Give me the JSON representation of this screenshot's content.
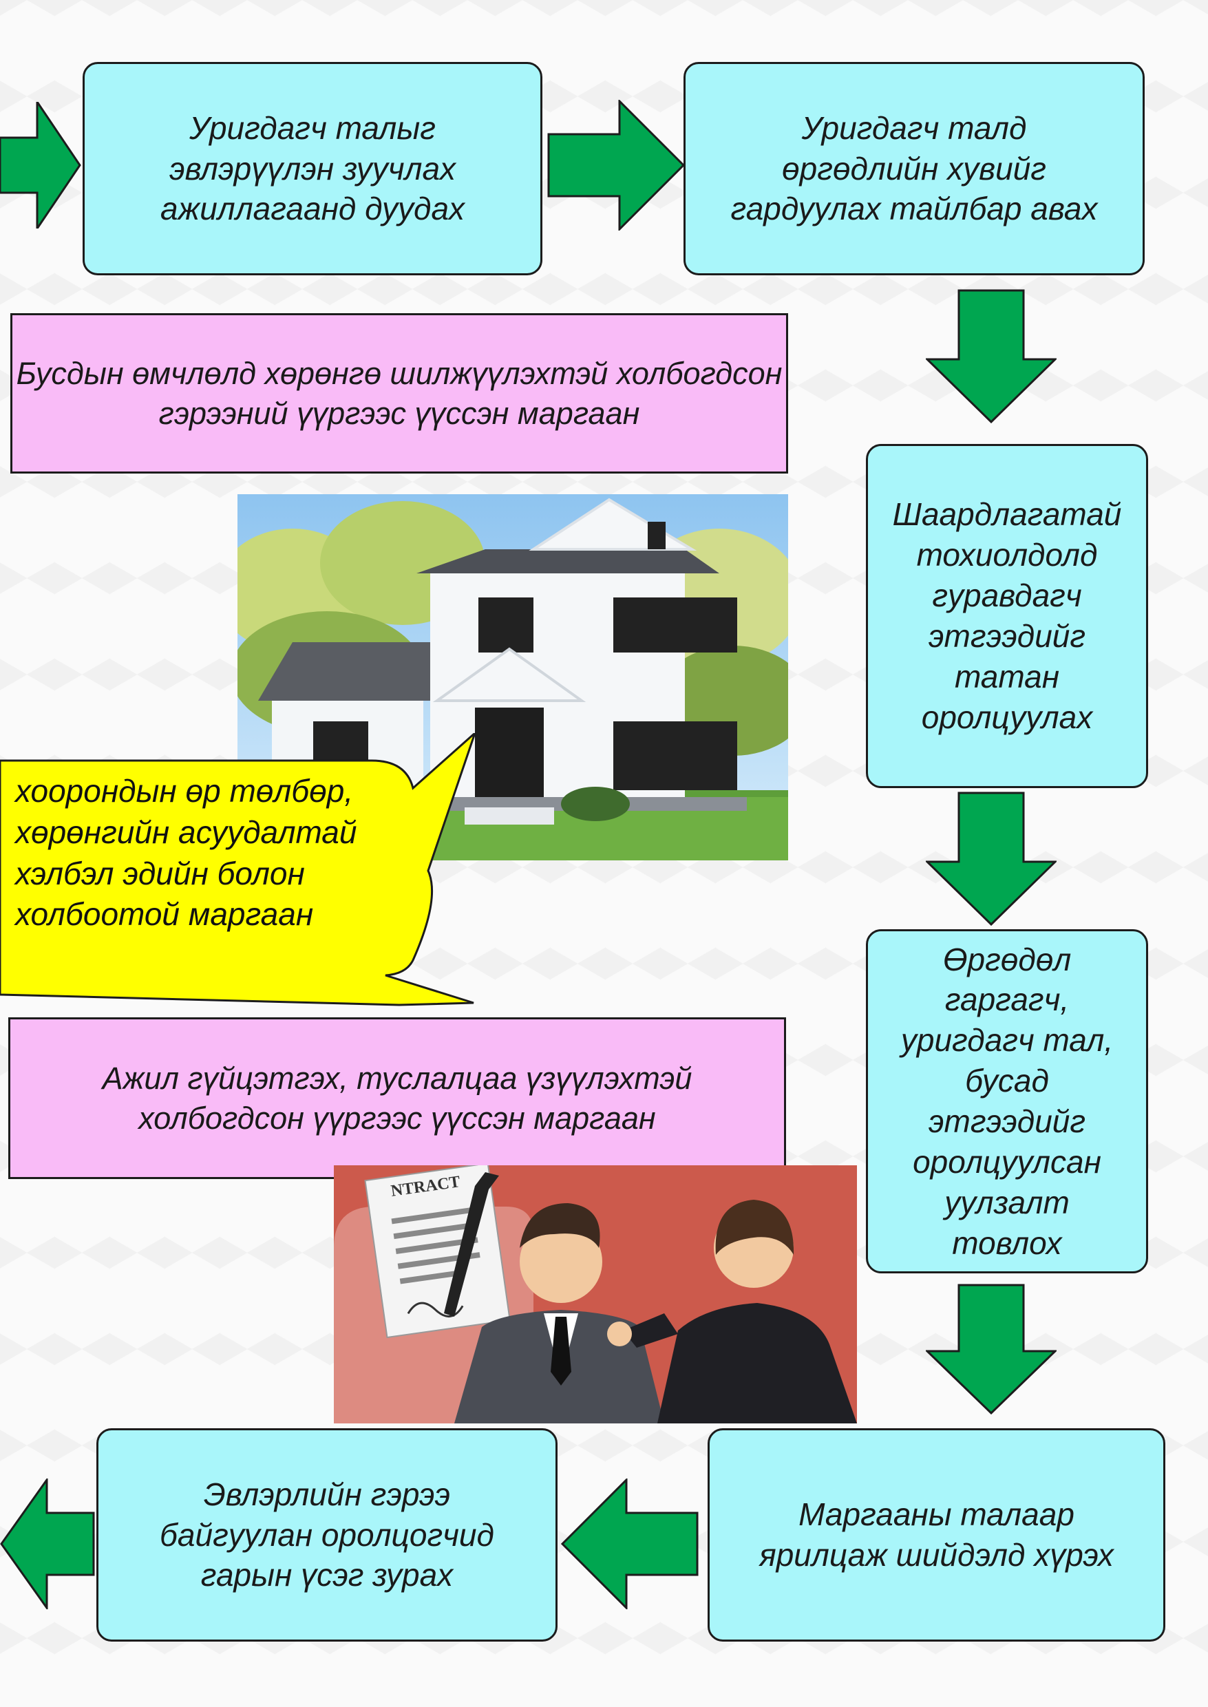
{
  "colors": {
    "box_fill": "#a9f6fa",
    "category_fill": "#f9bbf7",
    "arrow_fill": "#00a650",
    "callout_fill": "#ffff00",
    "outline": "#1c1c1c"
  },
  "steps": {
    "s1": "Уригдагч талыг\nэвлэрүүлэн зуучлах\nажиллагаанд дуудах",
    "s2": "Уригдагч талд\nөргөдлийн хувийг\nгардуулах тайлбар авах",
    "s3": "Шаардлагатай\nтохиолдолд\nгуравдагч\nэтгээдийг\nтатан\nоролцуулах",
    "s4": "Өргөдөл\nгаргагч,\nуригдагч тал,\nбусад\nэтгээдийг\nоролцуулсан\nуулзалт\nтовлох",
    "s5": "Маргааны талаар\nярилцаж шийдэлд хүрэх",
    "s6": "Эвлэрлийн гэрээ\nбайгуулан оролцогчид\nгарын үсэг зурах"
  },
  "categories": {
    "c1": "Бусдын өмчлөлд хөрөнгө шилжүүлэхтэй холбогдсон\nгэрээний үүргээс үүссэн маргаан",
    "c2": "Ажил гүйцэтгэх, туслалцаа үзүүлэхтэй\nхолбогдсон үүргээс үүссэн маргаан",
    "callout": "хоорондын өр төлбөр,\nхөрөнгийн асуудалтай\nхэлбэл эдийн болон\nхолбоотой маргаан"
  },
  "images": {
    "contract_label": "NTRACT",
    "house_icon": "house-photo",
    "handshake_icon": "contract-meeting-illustration"
  }
}
